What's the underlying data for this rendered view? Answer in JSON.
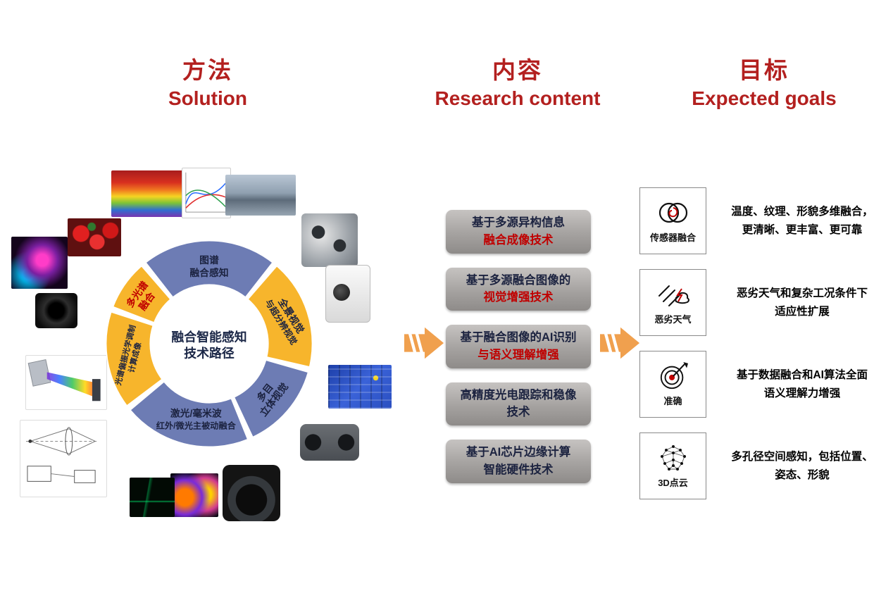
{
  "headers": {
    "solution_zh": "方法",
    "solution_en": "Solution",
    "content_zh": "内容",
    "content_en": "Research content",
    "goals_zh": "目标",
    "goals_en": "Expected goals"
  },
  "colors": {
    "header_red": "#b3201f",
    "accent_red": "#c00000",
    "ring_blue": "#6d7cb4",
    "ring_yellow": "#f7b52c",
    "arrow_orange": "#f0a04e",
    "dark_text": "#1c2340"
  },
  "ring": {
    "center_line1": "融合智能感知",
    "center_line2": "技术路径",
    "segments": [
      {
        "line1": "图谱",
        "line2": "融合感知"
      },
      {
        "line1": "全景视觉",
        "line2": "与超分辨视觉"
      },
      {
        "line1": "多目",
        "line2": "立体视觉"
      },
      {
        "line1": "激光/毫米波",
        "line2": "红外/微光主被动融合"
      },
      {
        "line1": "光谱偏振光学调制",
        "line2": "计算成像"
      },
      {
        "line1": "多光谱",
        "line2": "融合"
      }
    ],
    "surrounding_images": [
      "thermal-cube-image",
      "spectral-curves-image",
      "pipeline-photo-image",
      "multi-lens-camera-image",
      "ptz-camera-image",
      "depth-blocks-image",
      "stereo-camera-image",
      "gimbal-camera-image",
      "thermal-people-image",
      "ship-wireframe-image",
      "optical-path-diagram-image",
      "spectrometer-diagram-image",
      "lens-module-image",
      "thermal-scene-image",
      "strawberries-photo-image"
    ]
  },
  "research": {
    "items": [
      {
        "line1": "基于多源异构信息",
        "line2": "融合成像技术",
        "line2_color": "#c00000"
      },
      {
        "line1": "基于多源融合图像的",
        "line2": "视觉增强技术",
        "line2_color": "#c00000"
      },
      {
        "line1": "基于融合图像的AI识别",
        "line2": "与语义理解增强",
        "line2_color": "#c00000"
      },
      {
        "line1": "高精度光电跟踪和稳像",
        "line2": "技术",
        "line2_color": "#1c2340"
      },
      {
        "line1": "基于AI芯片边缘计算",
        "line2": "智能硬件技术",
        "line2_color": "#1c2340"
      }
    ]
  },
  "goals": {
    "items": [
      {
        "icon": "sensor-fusion-icon",
        "label": "传感器融合",
        "desc1": "温度、纹理、形貌多维融合，",
        "desc2": "更清晰、更丰富、更可靠"
      },
      {
        "icon": "bad-weather-icon",
        "label": "恶劣天气",
        "desc1": "恶劣天气和复杂工况条件下",
        "desc2": "适应性扩展"
      },
      {
        "icon": "accuracy-target-icon",
        "label": "准确",
        "desc1": "基于数据融合和AI算法全面",
        "desc2": "语义理解力增强"
      },
      {
        "icon": "point-cloud-3d-icon",
        "label": "3D点云",
        "desc1": "多孔径空间感知，包括位置、",
        "desc2": "姿态、形貌"
      }
    ]
  }
}
